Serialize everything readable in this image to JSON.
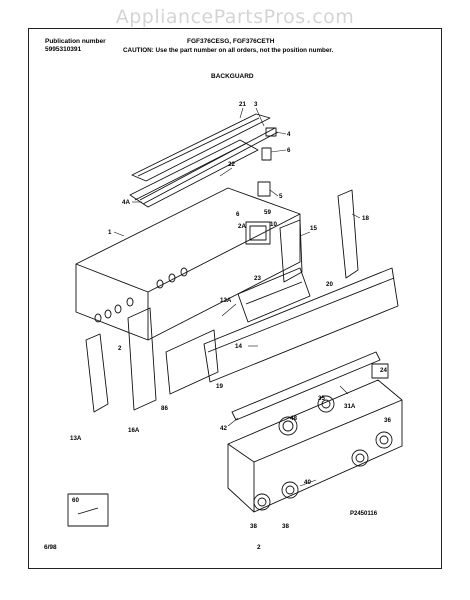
{
  "watermark": "AppliancePartsPros.com",
  "header": {
    "pub_label": "Publication number",
    "pub_number": "5995310391",
    "models": "FGF376CESG, FGF376CETH",
    "caution": "CAUTION:  Use the part number on all orders, not the position number."
  },
  "section_title": "BACKGUARD",
  "diagram_code": "P2450116",
  "footer": {
    "date": "6/98",
    "page": "2"
  },
  "callouts": {
    "c21": "21",
    "c3": "3",
    "c4": "4",
    "c6": "6",
    "c22": "22",
    "c5": "5",
    "c4a": "4A",
    "c59": "59",
    "c1": "1",
    "c10": "10",
    "c6b": "6",
    "c2a": "2A",
    "c18": "18",
    "c15": "15",
    "c23": "23",
    "c20": "20",
    "c13a": "13A",
    "c2": "2",
    "c14": "14",
    "c19": "19",
    "c31a": "31A",
    "c24": "24",
    "c48": "48",
    "c35a": "35",
    "c42": "42",
    "c36a": "36",
    "c86": "86",
    "c13b": "13A",
    "c16a": "16A",
    "c40": "40",
    "c38a": "38",
    "c38b": "38",
    "c60": "60"
  }
}
